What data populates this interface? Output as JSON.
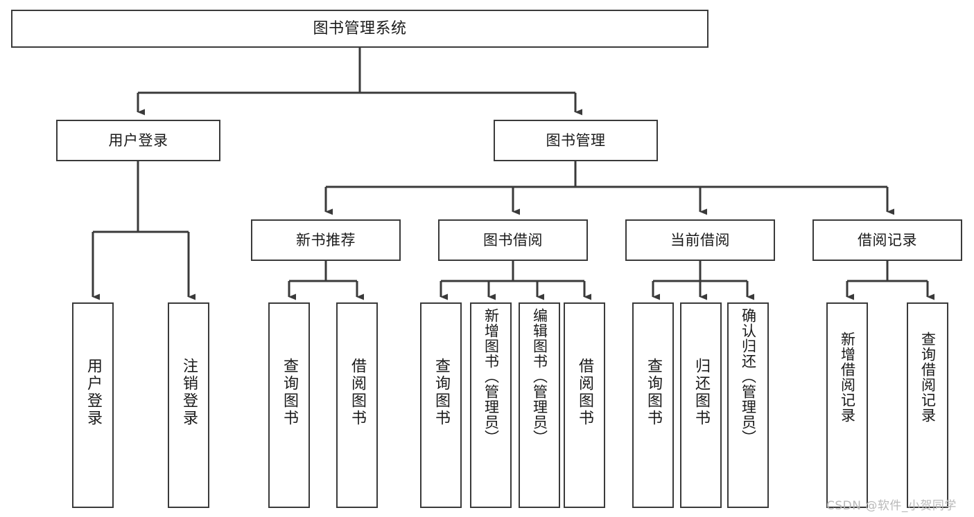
{
  "diagram": {
    "title": "图书管理系统",
    "type": "tree-hierarchy-chart",
    "root": {
      "label": "图书管理系统"
    },
    "level2": [
      {
        "label": "用户登录"
      },
      {
        "label": "图书管理"
      }
    ],
    "level3": [
      {
        "label": "新书推荐"
      },
      {
        "label": "图书借阅"
      },
      {
        "label": "当前借阅"
      },
      {
        "label": "借阅记录"
      }
    ],
    "leaves": {
      "user_login": [
        {
          "label": "用户登录"
        },
        {
          "label": "注销登录"
        }
      ],
      "new_book_recommend": [
        {
          "label": "查询图书"
        },
        {
          "label": "借阅图书"
        }
      ],
      "book_borrow": [
        {
          "label": "查询图书"
        },
        {
          "label": "新增图书（管理员）"
        },
        {
          "label": "编辑图书（管理员）"
        },
        {
          "label": "借阅图书"
        }
      ],
      "current_borrow": [
        {
          "label": "查询图书"
        },
        {
          "label": "归还图书"
        },
        {
          "label": "确认归还（管理员）"
        }
      ],
      "borrow_record": [
        {
          "label": "新增借阅记录"
        },
        {
          "label": "查询借阅记录"
        }
      ]
    }
  },
  "watermark": {
    "text": "CSDN @软件_小贺同学"
  },
  "colors": {
    "stroke": "#3a3a3a",
    "text": "#1a1a1a",
    "background": "#ffffff",
    "watermark": "#b9b9b9"
  }
}
